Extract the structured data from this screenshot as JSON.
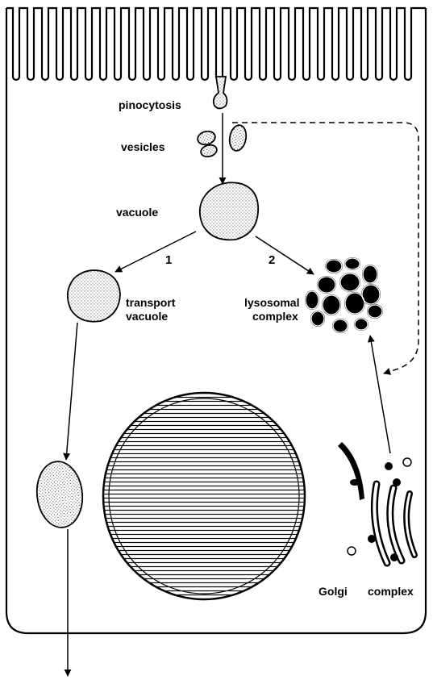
{
  "labels": {
    "pinocytosis": "pinocytosis",
    "vesicles": "vesicles",
    "vacuole": "vacuole",
    "path_1": "1",
    "path_2": "2",
    "transport": "transport",
    "transport_vacuole": "vacuole",
    "lysosomal": "lysosomal",
    "lysosomal_complex": "complex",
    "golgi": "Golgi",
    "golgi_complex": "complex"
  }
}
